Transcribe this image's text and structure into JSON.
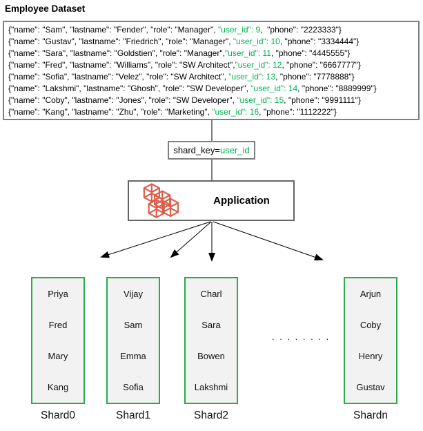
{
  "title": "Employee Dataset",
  "dataset": {
    "records": [
      {
        "before": "{\"name\": \"Sam\", \"lastname\": \"Fender\", \"role\": \"Manager\", ",
        "key": "\"user_id\": 9",
        "after": ",  \"phone\": \"2223333\"}"
      },
      {
        "before": "{\"name\": \"Gustav\", \"lastname\": \"Friedrich\", \"role\": \"Manager\", ",
        "key": "\"user_id\": 10",
        "after": ", \"phone\": \"3334444\"}"
      },
      {
        "before": "{\"name\": \"Sara\", \"lastname\": \"Goldstien\", \"role\": \"Manager\",",
        "key": "\"user_id\": 11",
        "after": ", \"phone\": \"4445555\"}"
      },
      {
        "before": "{\"name\": \"Fred\", \"lastname\": \"Williams\", \"role\": \"SW Architect\",",
        "key": "\"user_id\": 12",
        "after": ", \"phone\": \"6667777\"}"
      },
      {
        "before": "{\"name\": \"Sofia\", \"lastname\": \"Velez\", \"role\": \"SW Architect\", ",
        "key": "\"user_id\": 13",
        "after": ", \"phone\": \"7778888\"}"
      },
      {
        "before": "{\"name\": \"Lakshmi\", \"lastname\": \"Ghosh\", \"role\": \"SW Developer\", ",
        "key": "\"user_id\": 14",
        "after": ", \"phone\": \"8889999\"}"
      },
      {
        "before": "{\"name\": \"Coby\", \"lastname\": \"Jones\", \"role\": \"SW Developer\", ",
        "key": "\"user_id\": 15",
        "after": ", \"phone\": \"9991111\"}"
      },
      {
        "before": "{\"name\": \"Kang\", \"lastname\": \"Zhu\", \"role\": \"Marketing\", ",
        "key": "\"user_id\": 16",
        "after": ", \"phone\": \"1112222\"}"
      }
    ]
  },
  "shard_key": {
    "prefix": "shard_key=",
    "key": "user_id"
  },
  "application": {
    "label": "Application",
    "icon": "cubes-3d-icon"
  },
  "shards": [
    {
      "label": "Shard0",
      "names": [
        "Priya",
        "Fred",
        "Mary",
        "Kang"
      ]
    },
    {
      "label": "Shard1",
      "names": [
        "Vijay",
        "Sam",
        "Emma",
        "Sofia"
      ]
    },
    {
      "label": "Shard2",
      "names": [
        "Charl",
        "Sara",
        "Bowen",
        "Lakshmi"
      ]
    },
    {
      "label": "Shardn",
      "names": [
        "Arjun",
        "Coby",
        "Henry",
        "Gustav"
      ]
    }
  ],
  "ellipsis": ". . . . . . . .",
  "colors": {
    "green_text": "#00B050",
    "green_border": "#2BAA4F",
    "icon_red": "#DC5F4B",
    "box_border": "#7F7F7F",
    "shard_fill": "#F2F2F2"
  }
}
